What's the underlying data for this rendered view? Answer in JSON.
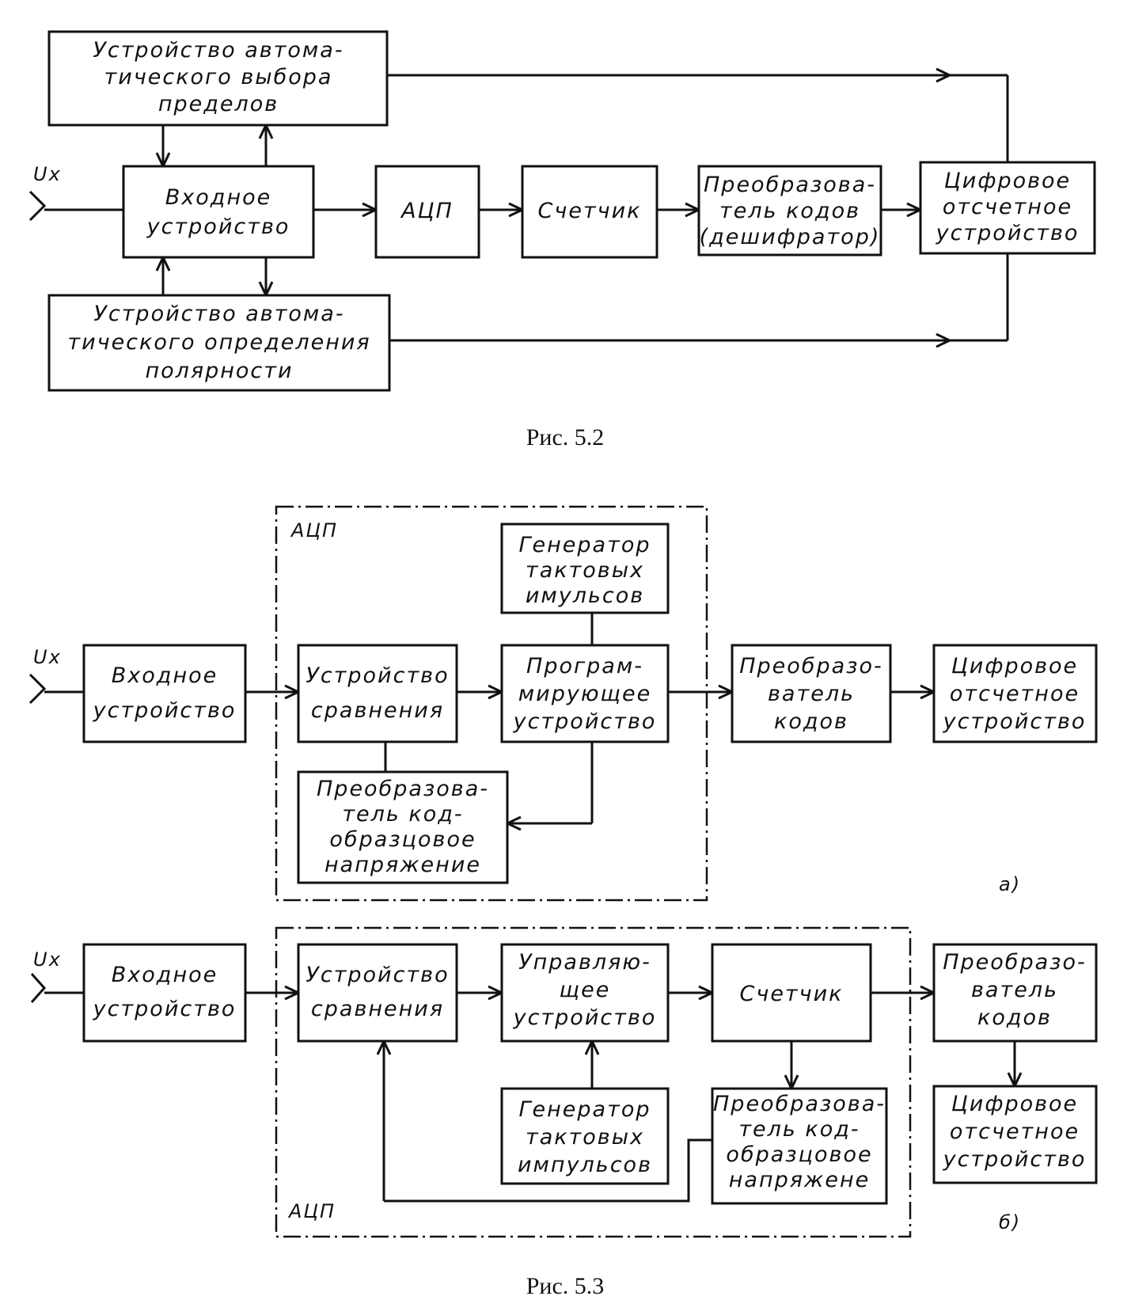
{
  "fig52": {
    "caption": "Рис. 5.2",
    "input": "Ux",
    "auto_range": [
      "Устройство автома-",
      "тического выбора",
      "пределов"
    ],
    "input_device": [
      "Входное",
      "устройство"
    ],
    "adc": [
      "АЦП"
    ],
    "counter": [
      "Счетчик"
    ],
    "decoder": [
      "Преобразова-",
      "тель кодов",
      "(дешифратор)"
    ],
    "display": [
      "Цифровое",
      "отсчетное",
      "устройство"
    ],
    "auto_polarity": [
      "Устройство автома-",
      "тического определения",
      "полярности"
    ]
  },
  "fig53a": {
    "label": "а)",
    "adc_label": "АЦП",
    "input": "Ux",
    "input_device": [
      "Входное",
      "устройство"
    ],
    "comparator": [
      "Устройство",
      "сравнения"
    ],
    "clock": [
      "Генератор",
      "тактовых",
      "имульсов"
    ],
    "programmer": [
      "Програм-",
      "мирующее",
      "устройство"
    ],
    "dac": [
      "Преобразова-",
      "тель код-",
      "образцовое",
      "напряжение"
    ],
    "converter": [
      "Преобразо-",
      "ватель",
      "кодов"
    ],
    "display": [
      "Цифровое",
      "отсчетное",
      "устройство"
    ]
  },
  "fig53b": {
    "label": "б)",
    "adc_label": "АЦП",
    "input": "Ux",
    "input_device": [
      "Входное",
      "устройство"
    ],
    "comparator": [
      "Устройство",
      "сравнения"
    ],
    "controller": [
      "Управляю-",
      "щее",
      "устройство"
    ],
    "counter": [
      "Счетчик"
    ],
    "clock": [
      "Генератор",
      "тактовых",
      "импульсов"
    ],
    "dac": [
      "Преобразова-",
      "тель код-",
      "образцовое",
      "напряжене"
    ],
    "converter": [
      "Преобразо-",
      "ватель",
      "кодов"
    ],
    "display": [
      "Цифровое",
      "отсчетное",
      "устройство"
    ]
  },
  "caption53": "Рис. 5.3"
}
